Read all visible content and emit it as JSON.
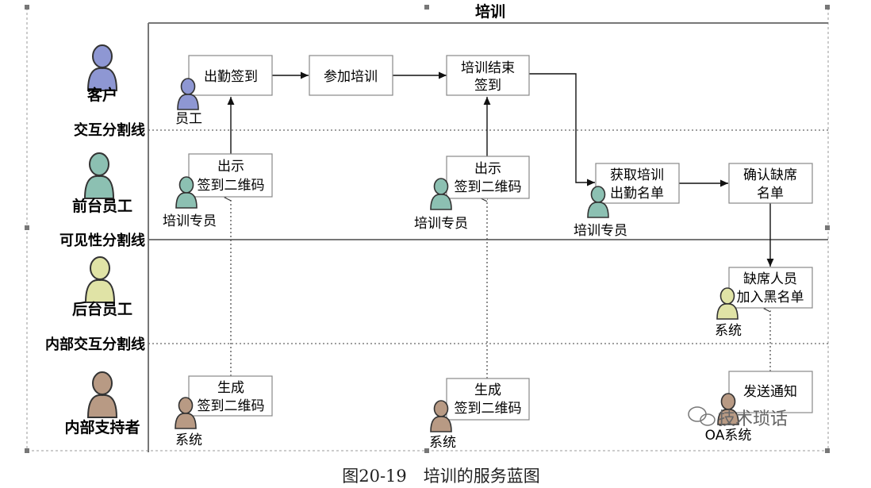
{
  "title": "培训",
  "lanes": {
    "customer": "客户",
    "front": "前台员工",
    "back": "后台员工",
    "support": "内部支持者"
  },
  "dividers": {
    "interaction": "交互分割线",
    "visibility": "可见性分割线",
    "internal": "内部交互分割线"
  },
  "boxes": {
    "checkin": [
      "出勤签到"
    ],
    "attend": [
      "参加培训"
    ],
    "end_checkin": [
      "培训结束",
      "签到"
    ],
    "show_qr_1": [
      "出示",
      "签到二维码"
    ],
    "show_qr_2": [
      "出示",
      "签到二维码"
    ],
    "get_list": [
      "获取培训",
      "出勤名单"
    ],
    "confirm_absent": [
      "确认缺席",
      "名单"
    ],
    "blacklist": [
      "缺席人员",
      "加入黑名单"
    ],
    "gen_qr_1": [
      "生成",
      "签到二维码"
    ],
    "gen_qr_2": [
      "生成",
      "签到二维码"
    ],
    "notify": [
      "发送通知"
    ]
  },
  "actors": {
    "employee": "员工",
    "trainer_1": "培训专员",
    "trainer_2": "培训专员",
    "trainer_3": "培训专员",
    "system_back": "系统",
    "system_1": "系统",
    "system_2": "系统",
    "oa_system": "OA系统"
  },
  "colors": {
    "customer": "#8e97d3",
    "front": "#8cc0b2",
    "back": "#e0e3a6",
    "support": "#b89a84"
  },
  "watermark": "技术琐话",
  "caption": "图20-19　培训的服务蓝图"
}
